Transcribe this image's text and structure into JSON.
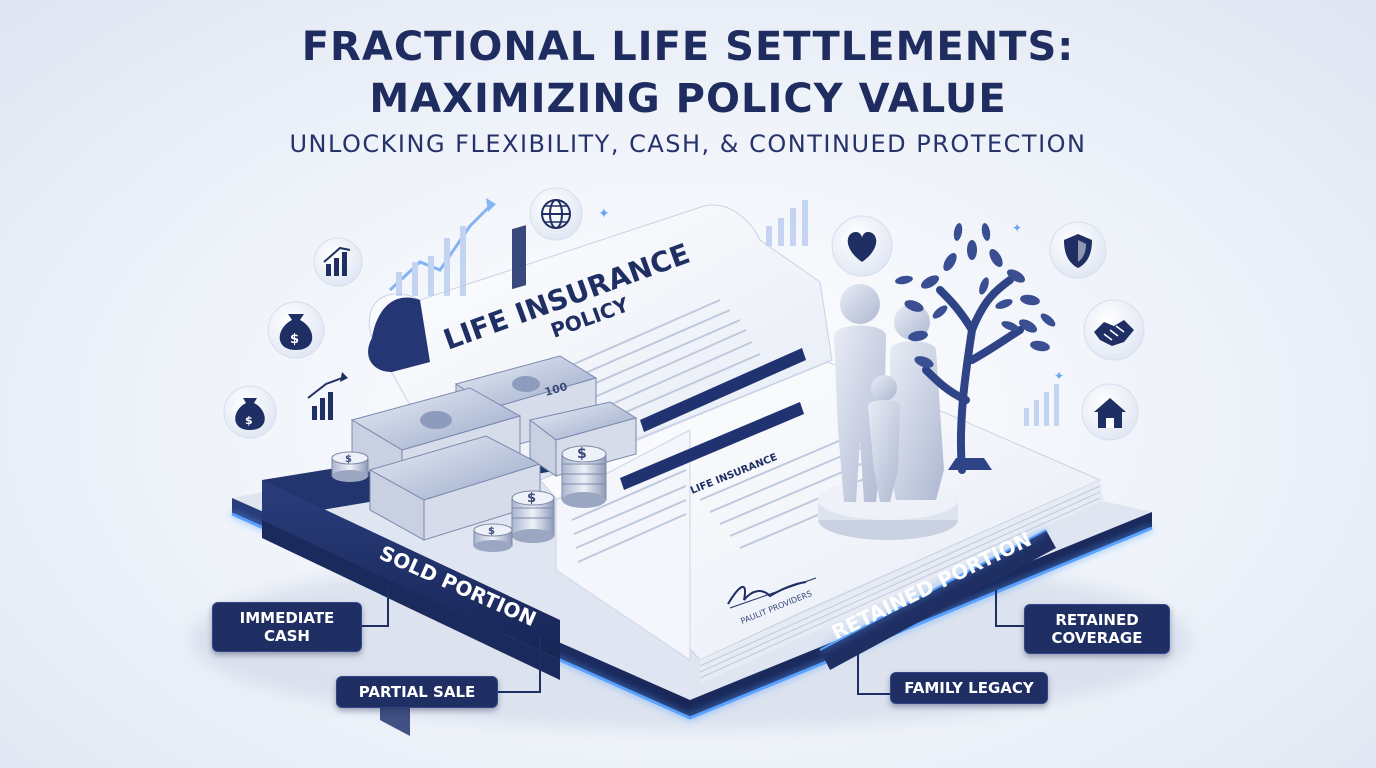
{
  "header": {
    "title_line1": "FRACTIONAL LIFE SETTLEMENTS:",
    "title_line2": "MAXIMIZING POLICY VALUE",
    "subtitle": "UNLOCKING FLEXIBILITY, CASH, & CONTINUED PROTECTION"
  },
  "policy": {
    "heading_line1": "LIFE INSURANCE",
    "heading_line2": "POLICY",
    "page_label": "LIFE INSURANCE",
    "signature_caption": "PAULIT PROVIDERS"
  },
  "platform": {
    "sold_label": "SOLD PORTION",
    "retained_label": "RETAINED PORTION"
  },
  "callouts": {
    "immediate_cash": "IMMEDIATE CASH",
    "partial_sale": "PARTIAL SALE",
    "retained_coverage": "RETAINED COVERAGE",
    "family_legacy": "FAMILY LEGACY"
  },
  "cash": {
    "bill_denomination": "100",
    "coin_symbol": "$"
  },
  "icons": {
    "left": [
      "bar-chart-icon",
      "money-bag-icon",
      "line-chart-icon",
      "globe-icon"
    ],
    "right": [
      "heart-icon",
      "shield-icon",
      "handshake-icon",
      "house-icon",
      "bar-chart-icon"
    ]
  },
  "colors": {
    "navy": "#1f2f63",
    "accent_glow": "#5aa2ff",
    "paper": "#f7f9fd"
  }
}
